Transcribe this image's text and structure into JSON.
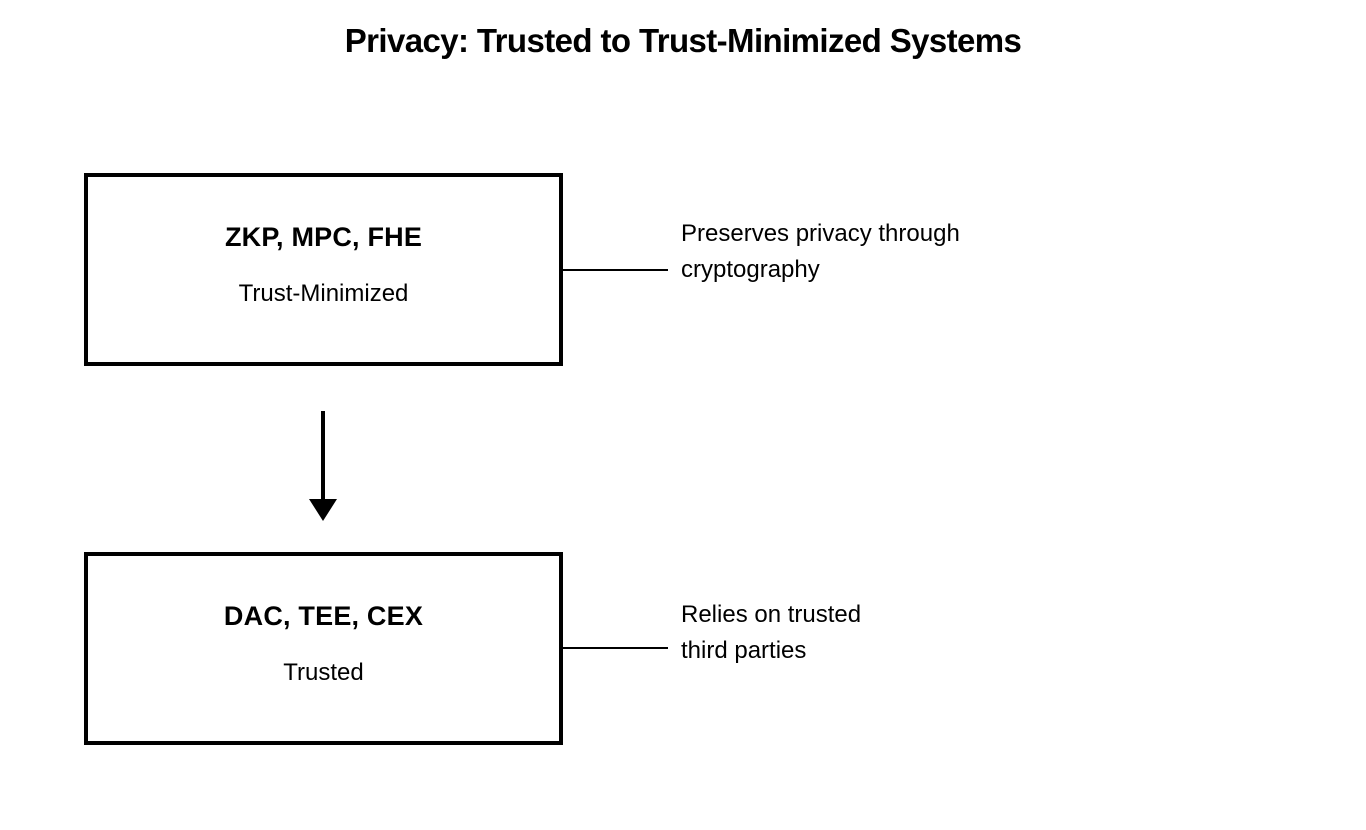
{
  "title": "Privacy: Trusted to Trust-Minimized Systems",
  "colors": {
    "ink": "#000000",
    "background": "#ffffff"
  },
  "diagram": {
    "direction": "top-to-bottom",
    "nodes": [
      {
        "id": "trust-minimized",
        "heading": "ZKP, MPC, FHE",
        "subheading": "Trust-Minimized",
        "annotation_line1": "Preserves privacy through",
        "annotation_line2": "cryptography"
      },
      {
        "id": "trusted",
        "heading": "DAC, TEE, CEX",
        "subheading": "Trusted",
        "annotation_line1": "Relies on trusted",
        "annotation_line2": "third parties"
      }
    ],
    "edge": {
      "from": "trust-minimized",
      "to": "trusted",
      "style": "arrow-down"
    }
  }
}
